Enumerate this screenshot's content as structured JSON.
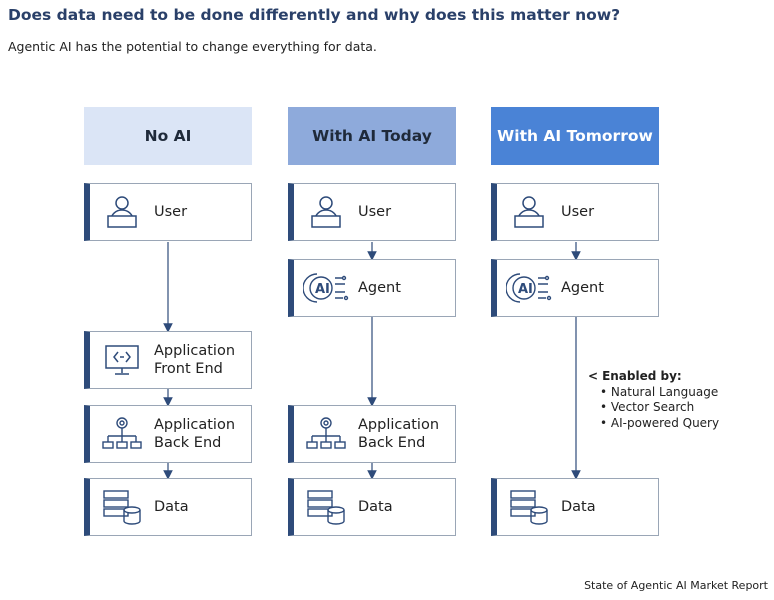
{
  "title": "Does data need to be done differently and why does this matter now?",
  "subtitle": "Agentic AI has the potential to change everything for data.",
  "columns": [
    {
      "header": "No AI"
    },
    {
      "header": "With AI Today"
    },
    {
      "header": "With AI Tomorrow"
    }
  ],
  "boxes": {
    "user": "User",
    "agent": "Agent",
    "app_front": [
      "Application",
      "Front End"
    ],
    "app_back": [
      "Application",
      "Back End"
    ],
    "data": "Data"
  },
  "enabled_by": {
    "heading": "Enabled by:",
    "items": [
      "Natural Language",
      "Vector Search",
      "AI-powered Query"
    ]
  },
  "footer": "State of Agentic AI Market Report",
  "colors": {
    "header1": "#dbe5f6",
    "header2": "#8eaadb",
    "header3": "#4a83d6",
    "accent_border": "#2e4b7a"
  },
  "icons": [
    "user-icon",
    "ai-agent-icon",
    "code-monitor-icon",
    "network-gear-icon",
    "database-icon"
  ]
}
